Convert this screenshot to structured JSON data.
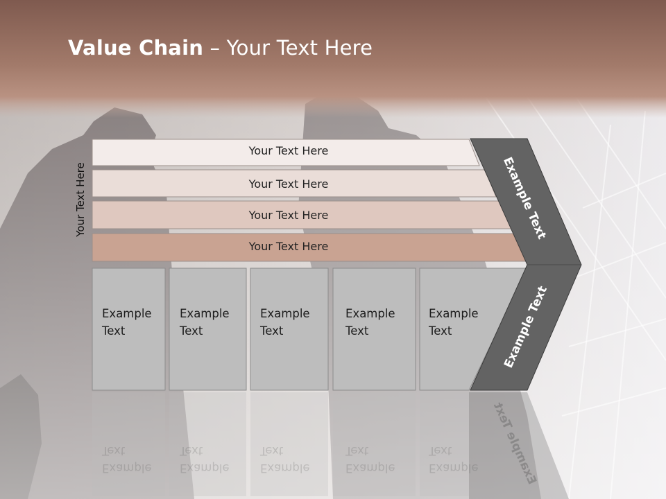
{
  "title": {
    "bold": "Value Chain",
    "rest": " – Your Text Here"
  },
  "side_label": "Your Text Here",
  "bars": [
    {
      "label": "Your Text Here"
    },
    {
      "label": "Your Text Here"
    },
    {
      "label": "Your Text Here"
    },
    {
      "label": "Your Text Here"
    }
  ],
  "cells": [
    {
      "line1": "Example",
      "line2": "Text"
    },
    {
      "line1": "Example",
      "line2": "Text"
    },
    {
      "line1": "Example",
      "line2": "Text"
    },
    {
      "line1": "Example",
      "line2": "Text"
    },
    {
      "line1": "Example",
      "line2": "Text"
    }
  ],
  "chevron": {
    "upper": "Example Text",
    "lower": "Example Text"
  },
  "colors": {
    "header_band": "#9b7466",
    "bar1": "#f3ecea",
    "bar2": "#eaddd8",
    "bar3": "#dfc8bf",
    "bar4": "#c9a392",
    "cell": "#bdbdbd",
    "chevron": "#636363"
  }
}
